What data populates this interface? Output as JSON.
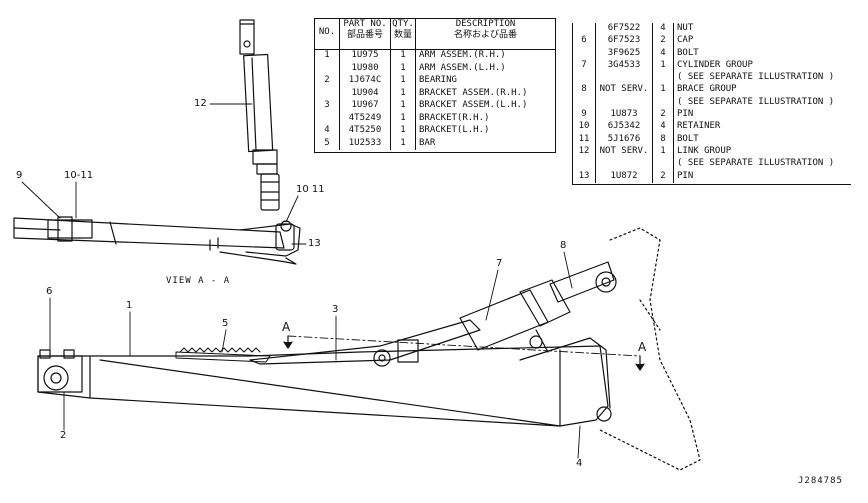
{
  "table1": {
    "headers": [
      "NO.",
      "PART NO.\n部品番号",
      "QTY.\n数量",
      "DESCRIPTION\n名称および品番"
    ],
    "rows": [
      [
        "1",
        "1U975",
        "1",
        "ARM ASSEM.(R.H.)"
      ],
      [
        "",
        "1U980",
        "1",
        "ARM ASSEM.(L.H.)"
      ],
      [
        "2",
        "1J674C",
        "1",
        "BEARING"
      ],
      [
        "",
        "1U904",
        "1",
        "BRACKET ASSEM.(R.H.)"
      ],
      [
        "3",
        "1U967",
        "1",
        "BRACKET ASSEM.(L.H.)"
      ],
      [
        "",
        "4T5249",
        "1",
        "BRACKET(R.H.)"
      ],
      [
        "4",
        "4T5250",
        "1",
        "BRACKET(L.H.)"
      ],
      [
        "5",
        "1U2533",
        "1",
        "BAR"
      ]
    ]
  },
  "table2": {
    "rows": [
      [
        "",
        "6F7522",
        "4",
        "NUT"
      ],
      [
        "6",
        "6F7523",
        "2",
        "CAP"
      ],
      [
        "",
        "3F9625",
        "4",
        "BOLT"
      ],
      [
        "7",
        "3G4533",
        "1",
        "CYLINDER GROUP"
      ],
      [
        "",
        "",
        "",
        "( SEE SEPARATE ILLUSTRATION )"
      ],
      [
        "8",
        "NOT SERV.",
        "1",
        "BRACE GROUP"
      ],
      [
        "",
        "",
        "",
        "( SEE SEPARATE ILLUSTRATION )"
      ],
      [
        "9",
        "1U873",
        "2",
        "PIN"
      ],
      [
        "10",
        "6J5342",
        "4",
        "RETAINER"
      ],
      [
        "11",
        "5J1676",
        "8",
        "BOLT"
      ],
      [
        "12",
        "NOT SERV.",
        "1",
        "LINK GROUP"
      ],
      [
        "",
        "",
        "",
        "( SEE SEPARATE ILLUSTRATION )"
      ],
      [
        "13",
        "1U872",
        "2",
        "PIN"
      ]
    ]
  },
  "callouts": [
    "1",
    "2",
    "3",
    "4",
    "5",
    "6",
    "7",
    "8",
    "9",
    "10-11",
    "10 11",
    "12",
    "13"
  ],
  "section_marks": [
    "A",
    "A"
  ],
  "view_caption": "VIEW A - A",
  "drawing_number": "J284785"
}
